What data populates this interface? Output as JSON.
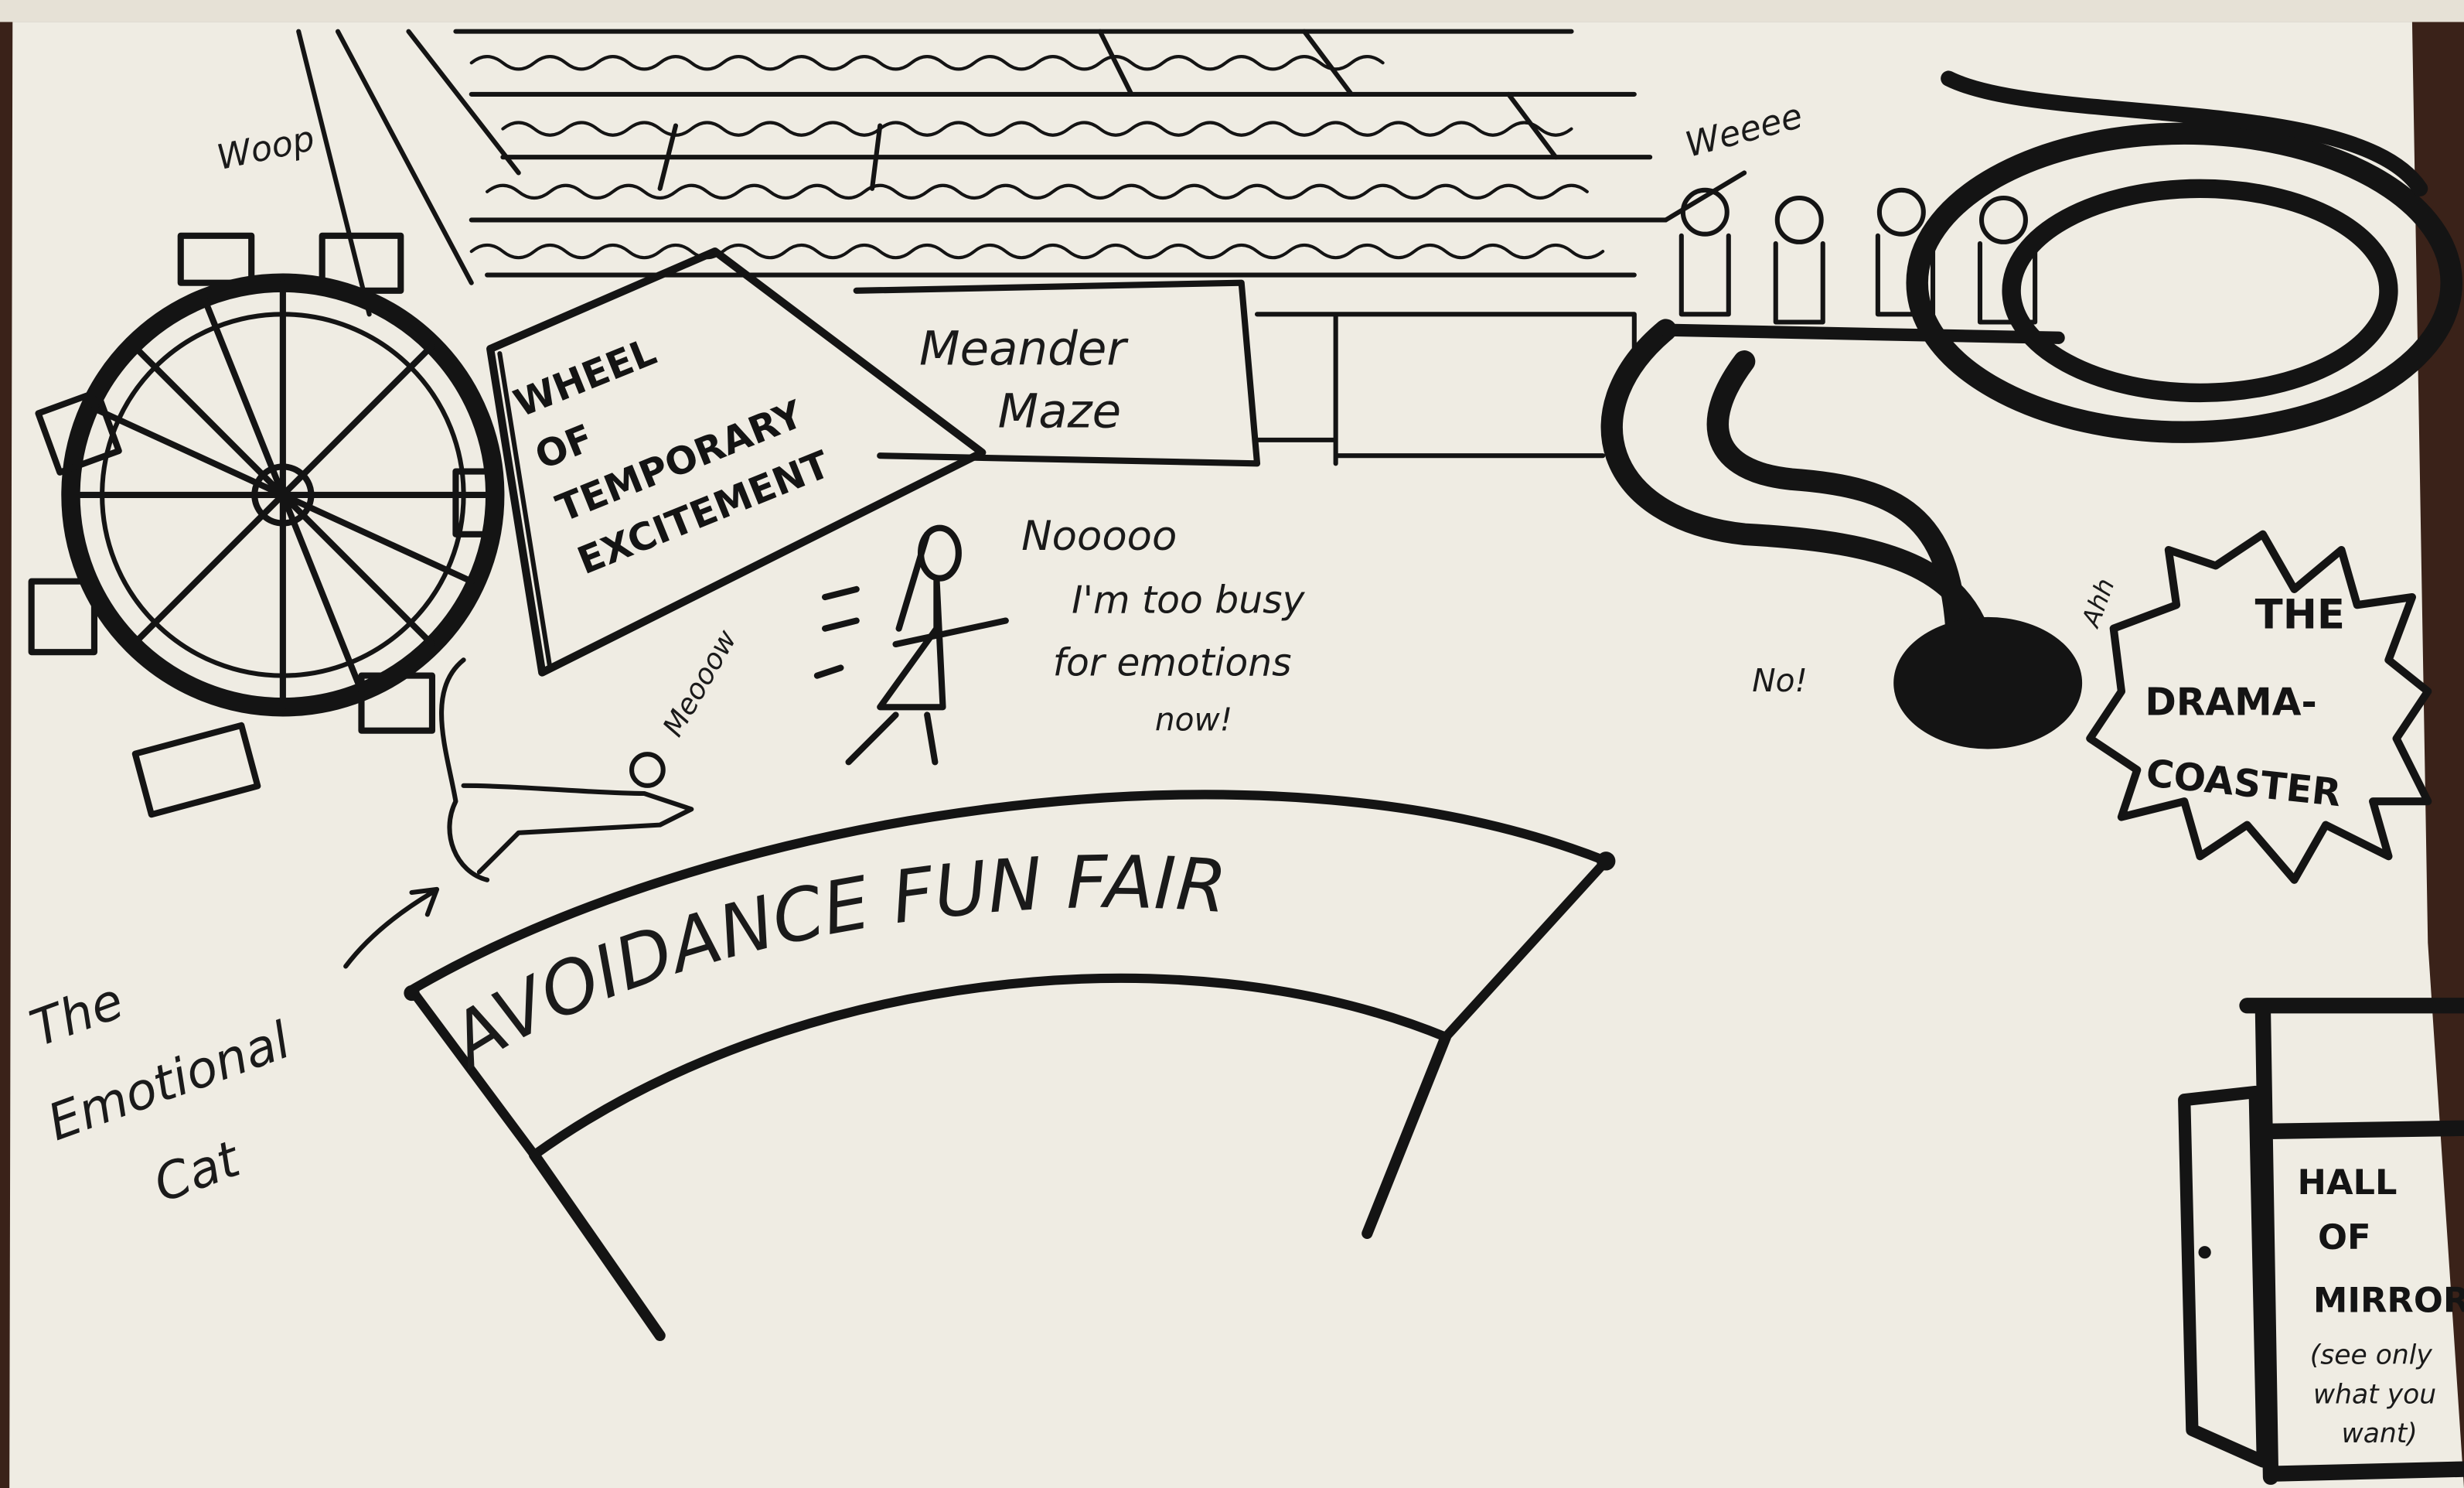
{
  "colors": {
    "paper": "#efece3",
    "ink": "#141414",
    "edge": "#3a2219"
  },
  "labels": {
    "woop": "Woop",
    "weee": "Weeee",
    "wheel": [
      "WHEEL",
      "OF",
      "TEMPORARY",
      "EXCITEMENT"
    ],
    "maze": [
      "Meander",
      "Maze"
    ],
    "runner_speech": [
      "Nooooo",
      "I'm too busy",
      "for emotions",
      "now!"
    ],
    "cat_sound": "Meooow",
    "cat_caption": [
      "The",
      "Emotional",
      "Cat"
    ],
    "banner": "AVOIDANCE FUN FAIR",
    "coaster_no": "No!",
    "coaster_ahh": "Ahh",
    "coaster": [
      "THE",
      "DRAMA-",
      "COASTER"
    ],
    "hall": [
      "HALL",
      "OF",
      "MIRROR",
      "(see only",
      "what you",
      "want)"
    ]
  }
}
